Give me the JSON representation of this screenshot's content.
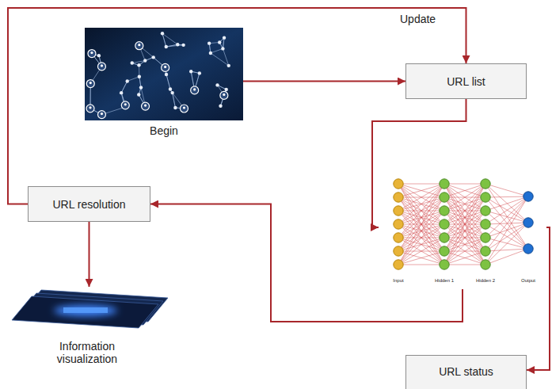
{
  "diagram": {
    "nodes": [
      {
        "text": [
          "Begin"
        ]
      },
      {
        "text": [
          "URL list"
        ]
      },
      {
        "text": [
          "Input",
          "Hidden 1",
          "Hidden 2",
          "Output"
        ]
      },
      {
        "text": [
          "URL resolution"
        ]
      },
      {
        "text": [
          "Information visualization"
        ]
      },
      {
        "text": [
          "URL status"
        ]
      }
    ],
    "edges": [
      {
        "from": 0,
        "to": 1,
        "arrow": "to"
      },
      {
        "from": 1,
        "to": 2,
        "arrow": "to"
      },
      {
        "from": 2,
        "to": 3,
        "arrow": "to"
      },
      {
        "from": 3,
        "to": 1,
        "arrow": "to",
        "label": "Update"
      },
      {
        "from": 3,
        "to": 4,
        "arrow": "to"
      },
      {
        "from": 2,
        "to": 5,
        "arrow": "to"
      }
    ]
  }
}
